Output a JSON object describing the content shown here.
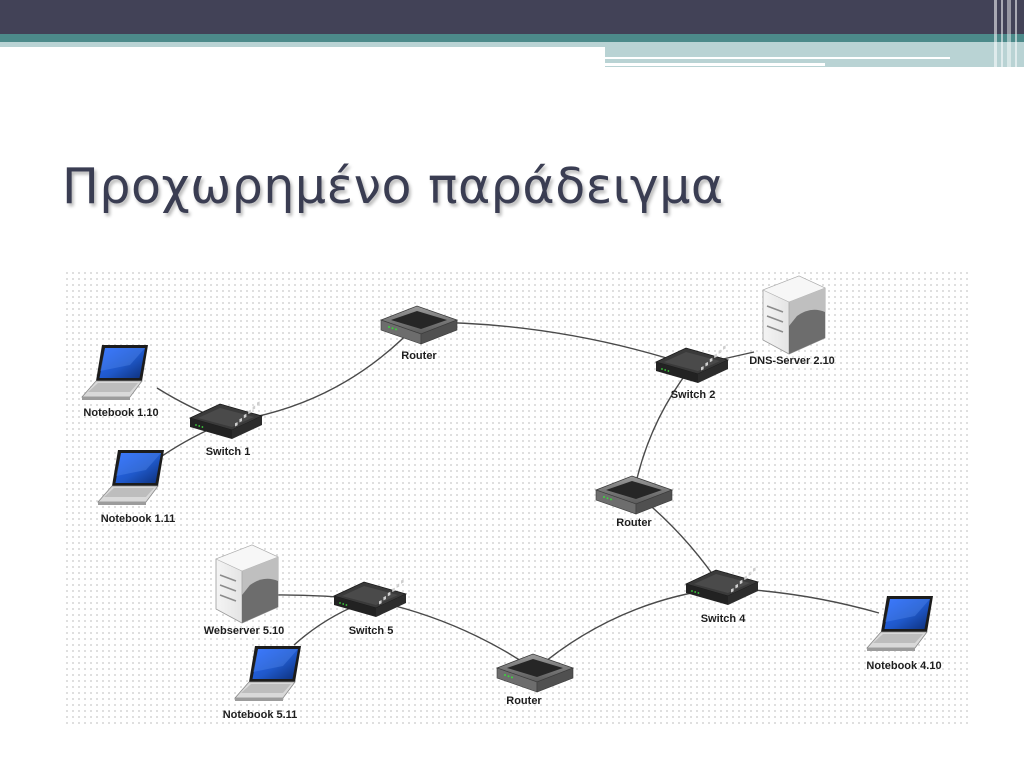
{
  "slide": {
    "title": "Προχωρημένο παράδειγμα"
  },
  "colors": {
    "header_dark": "#424257",
    "header_teal": "#4c8a8a",
    "header_light": "#b9d3d4",
    "title_text": "#3a3d52",
    "link": "#4a4a4a",
    "device_dark": "#2e2e2e",
    "laptop_screen": "#1f58c9",
    "server_body": "#dedede"
  },
  "network": {
    "nodes": [
      {
        "id": "notebook-1-10",
        "type": "laptop",
        "label": "Notebook 1.10"
      },
      {
        "id": "notebook-1-11",
        "type": "laptop",
        "label": "Notebook 1.11"
      },
      {
        "id": "switch-1",
        "type": "switch",
        "label": "Switch 1"
      },
      {
        "id": "router-top",
        "type": "router",
        "label": "Router"
      },
      {
        "id": "switch-2",
        "type": "switch",
        "label": "Switch 2"
      },
      {
        "id": "dns-server-2-10",
        "type": "server",
        "label": "DNS-Server 2.10"
      },
      {
        "id": "router-right",
        "type": "router",
        "label": "Router"
      },
      {
        "id": "switch-4",
        "type": "switch",
        "label": "Switch 4"
      },
      {
        "id": "notebook-4-10",
        "type": "laptop",
        "label": "Notebook 4.10"
      },
      {
        "id": "router-bottom",
        "type": "router",
        "label": "Router"
      },
      {
        "id": "switch-5",
        "type": "switch",
        "label": "Switch 5"
      },
      {
        "id": "webserver-5-10",
        "type": "server",
        "label": "Webserver 5.10"
      },
      {
        "id": "notebook-5-11",
        "type": "laptop",
        "label": "Notebook 5.11"
      }
    ],
    "links": [
      {
        "from": "notebook-1-10",
        "to": "switch-1"
      },
      {
        "from": "notebook-1-11",
        "to": "switch-1"
      },
      {
        "from": "switch-1",
        "to": "router-top"
      },
      {
        "from": "router-top",
        "to": "switch-2"
      },
      {
        "from": "switch-2",
        "to": "dns-server-2-10"
      },
      {
        "from": "switch-2",
        "to": "router-right"
      },
      {
        "from": "router-right",
        "to": "switch-4"
      },
      {
        "from": "switch-4",
        "to": "notebook-4-10"
      },
      {
        "from": "switch-4",
        "to": "router-bottom"
      },
      {
        "from": "router-bottom",
        "to": "switch-5"
      },
      {
        "from": "switch-5",
        "to": "webserver-5-10"
      },
      {
        "from": "switch-5",
        "to": "notebook-5-11"
      }
    ]
  }
}
